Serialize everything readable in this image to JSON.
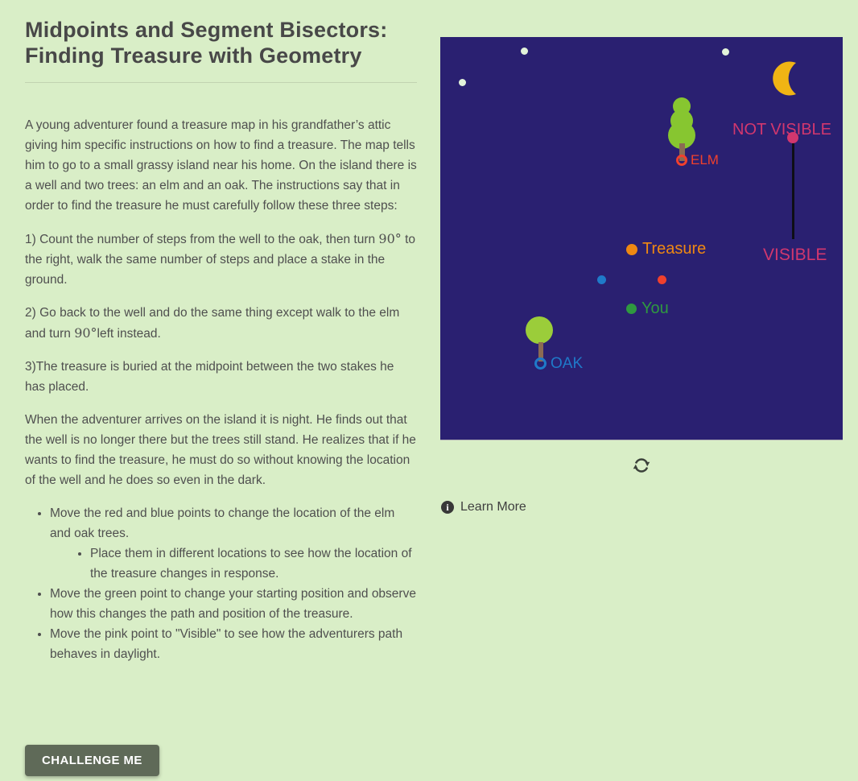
{
  "header": {
    "title_line1": "Midpoints and Segment Bisectors:",
    "title_line2": "Finding Treasure with Geometry"
  },
  "article": {
    "intro": "A young adventurer found a treasure map in his grandfather’s attic giving him specific instructions on how to find a treasure. The map tells him to go to a small grassy island near his home. On the island there is a well and two trees: an elm and an oak. The instructions say that in order to find the treasure he must carefully follow these three steps:",
    "steps": [
      {
        "pre": "1) Count the number of steps from the well to the oak, then turn ",
        "deg": "90°",
        "post": " to the right, walk the same number of steps and place a stake in the ground."
      },
      {
        "pre": "2) Go back to the well and do the same thing except walk to the elm and turn ",
        "deg": "90°",
        "post": "left instead."
      },
      {
        "pre": "3)The treasure is buried at the midpoint between the two stakes he has placed.",
        "deg": "",
        "post": ""
      }
    ],
    "night": "When the adventurer arrives on the island it is night. He finds out that the well is no longer there but the trees still stand. He realizes that if he wants to find the treasure, he must do so without knowing the location of the well and he does so even in the dark.",
    "bullets": [
      {
        "text": "Move the red and blue points to change the location of the elm and oak trees.",
        "sub": [
          "Place them in different locations to see how the location of the treasure changes in response."
        ]
      },
      {
        "text": "Move the green point to change your starting position and observe how this changes the path and position of the treasure."
      },
      {
        "text": "Move the pink point to \"Visible\" to see how the adventurers path behaves in daylight."
      }
    ]
  },
  "cta": {
    "label": "CHALLENGE ME"
  },
  "applet": {
    "labels": {
      "elm": "ELM",
      "oak": "OAK",
      "treasure": "Treasure",
      "you": "You",
      "not_visible": "NOT VISIBLE",
      "visible": "VISIBLE"
    },
    "icons": {
      "refresh": "refresh-icon",
      "info": "info-icon",
      "moon": "crescent-moon-icon",
      "star": "star-dot"
    },
    "learn_more": "Learn More",
    "colors": {
      "canvas_bg": "#2a2071",
      "page_bg": "#d9eec7",
      "pink": "#d2376e",
      "orange": "#ef8812",
      "red": "#f0402d",
      "blue": "#1f7ac9",
      "green_point": "#2f9940",
      "elm_green": "#87c630",
      "oak_green": "#9bcd3a",
      "trunk_brown": "#8b6b53",
      "moon_gold": "#f0b414",
      "star_white": "#e3f3da",
      "button_bg": "#5f6a58"
    }
  }
}
